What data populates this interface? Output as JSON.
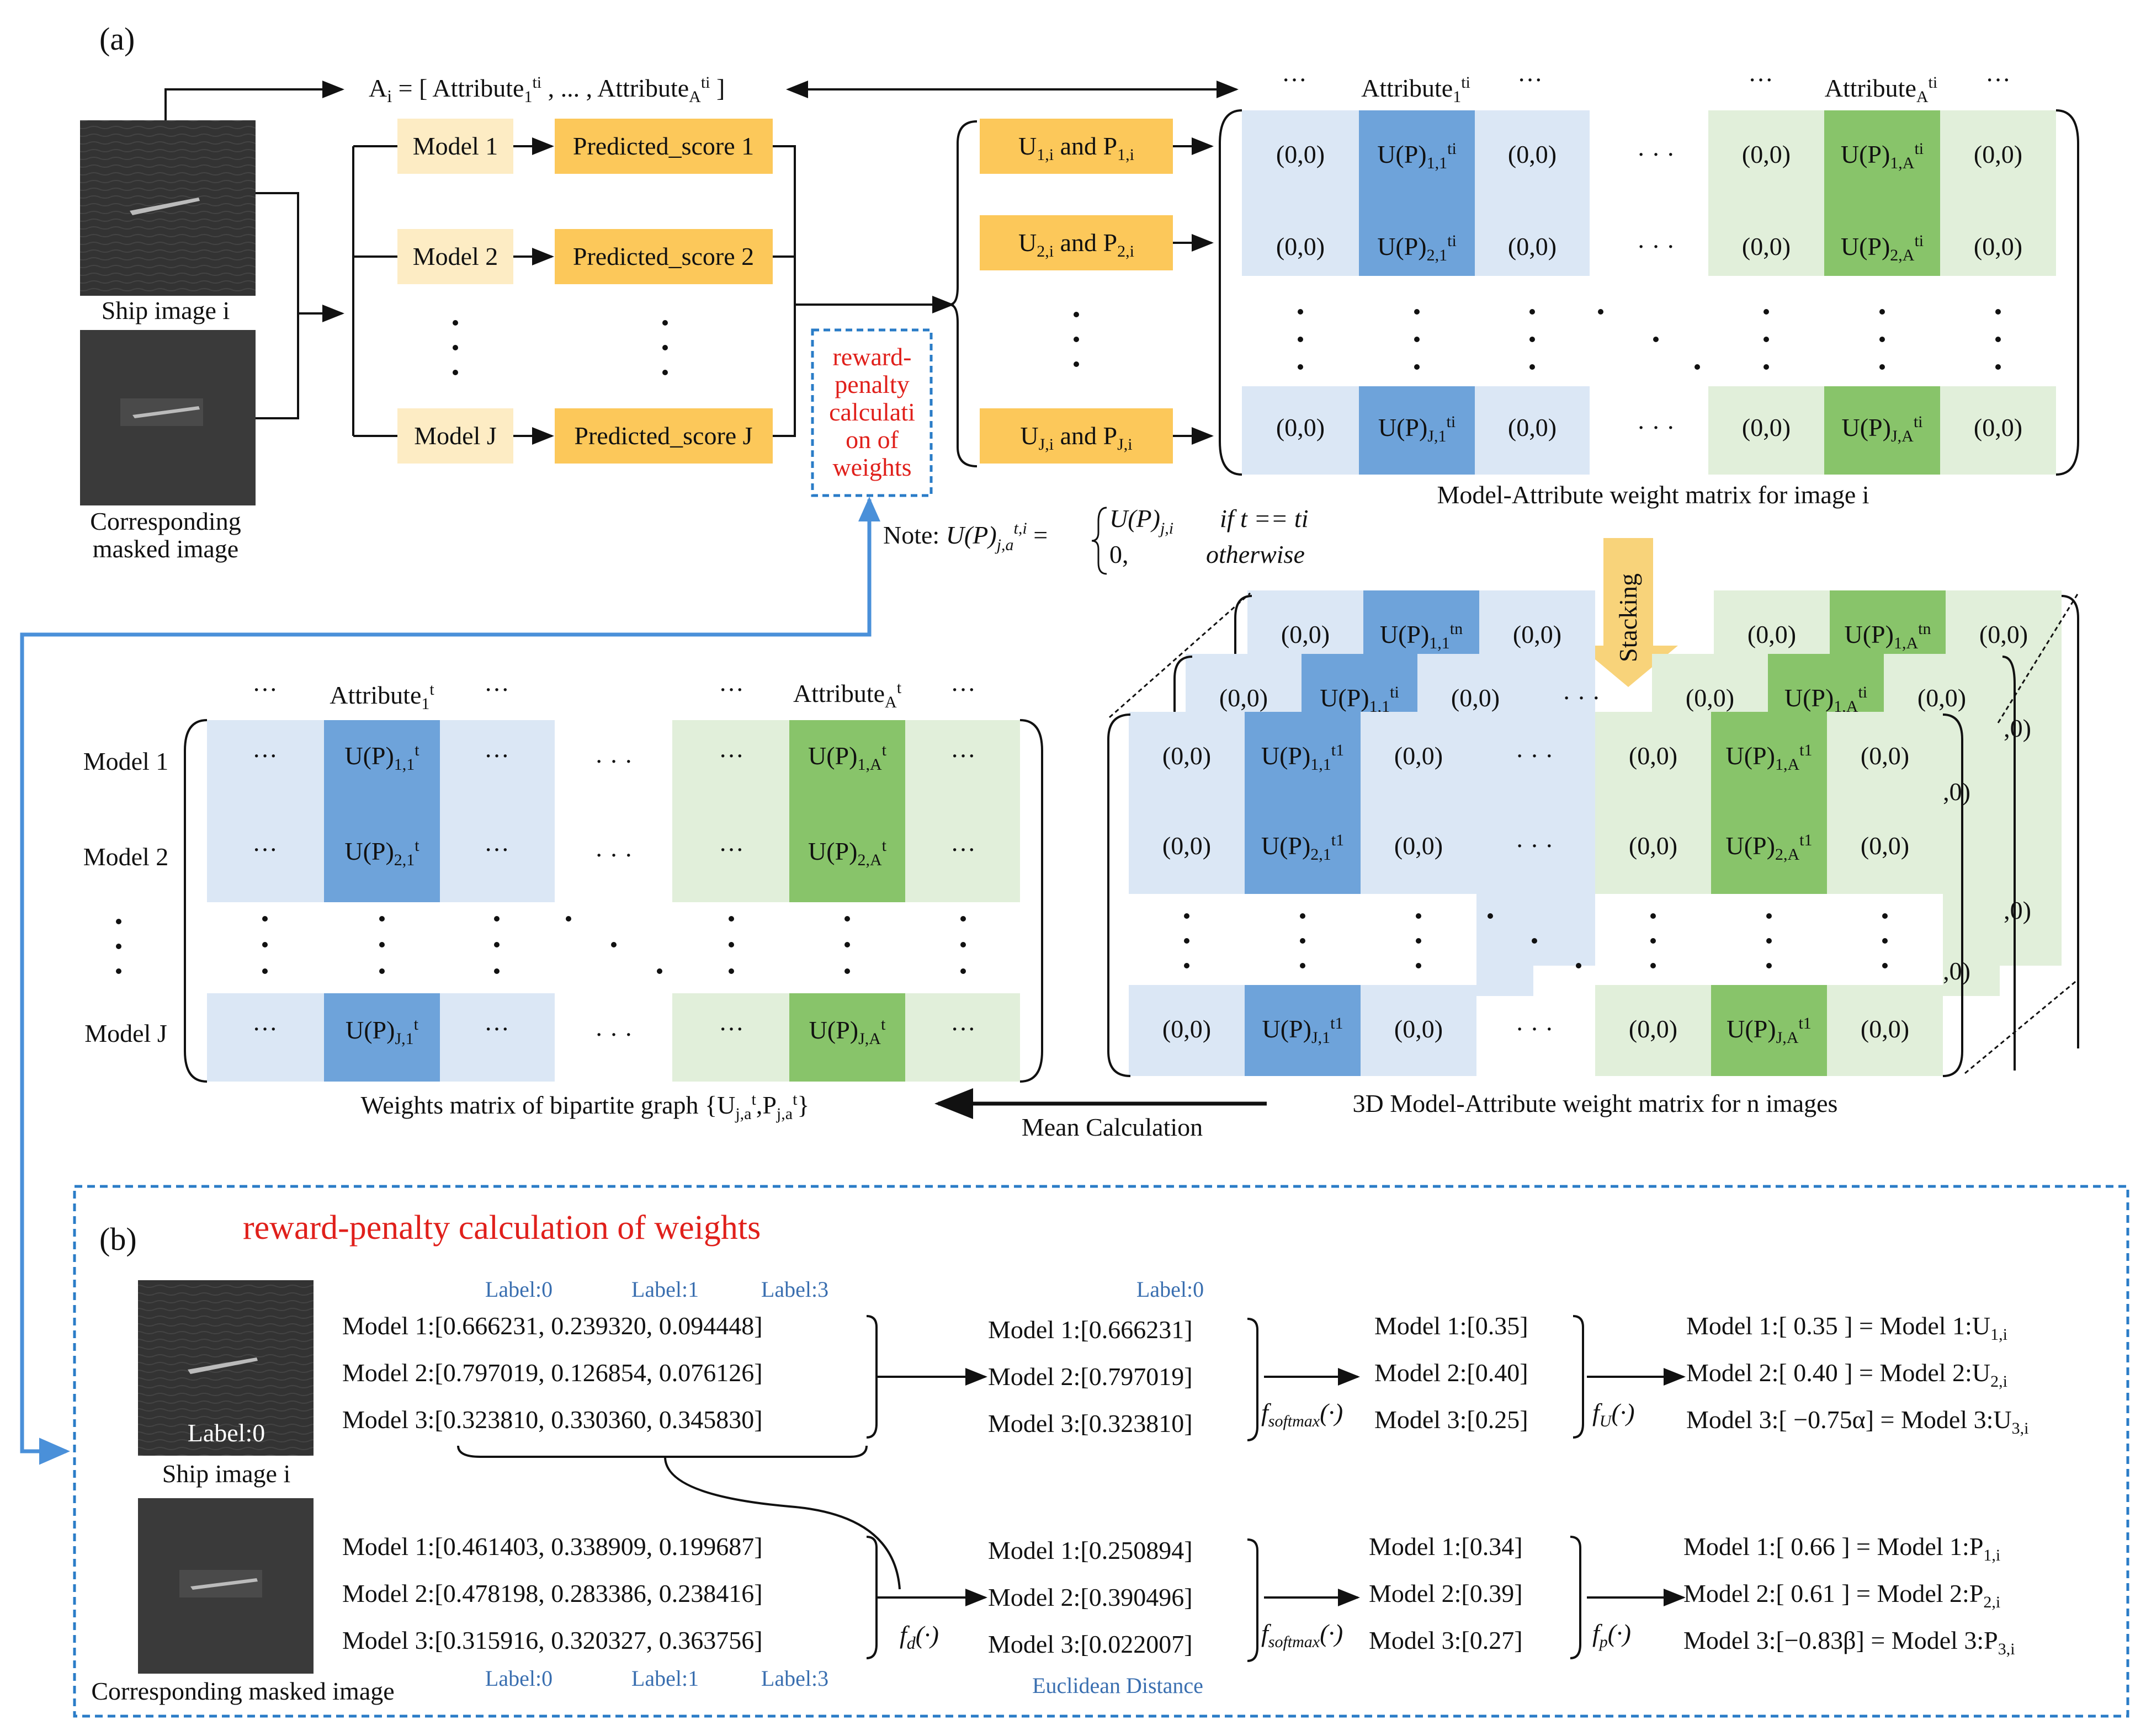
{
  "panel_a": {
    "label": "(a)",
    "attr_vector": "Ai = [ Attribute1ti , ... , AttributeAti ]",
    "ship_caption": "Ship image i",
    "masked_caption_line1": "Corresponding",
    "masked_caption_line2": "masked image",
    "models": [
      "Model 1",
      "Model 2",
      "Model J"
    ],
    "scores": [
      "Predicted_score 1",
      "Predicted_score 2",
      "Predicted_score J"
    ],
    "uplabels": [
      {
        "u": "U",
        "us": "1,i",
        "and": " and ",
        "p": "P",
        "ps": "1,i"
      },
      {
        "u": "U",
        "us": "2,i",
        "and": " and ",
        "p": "P",
        "ps": "2,i"
      },
      {
        "u": "U",
        "us": "J,i",
        "and": " and ",
        "p": "P",
        "ps": "J,i"
      }
    ],
    "reward_box": [
      "reward-",
      "penalty",
      "calculati",
      "on of",
      "weights"
    ],
    "note": {
      "prefix": "Note: ",
      "lhs": "U(P)",
      "lhs_sub": "j,a",
      "lhs_sup": "t,i",
      "eq": " = ",
      "case1_val": "U(P)",
      "case1_sub": "j,i",
      "case1_cond": "if  t == ti",
      "case2_val": "0,",
      "case2_cond": "otherwise"
    },
    "top_matrix": {
      "header_dots": "···",
      "attr1_header": {
        "base": "Attribute",
        "sub": "1",
        "sup": "ti"
      },
      "attrA_header": {
        "base": "Attribute",
        "sub": "A",
        "sup": "ti"
      },
      "zero": "(0,0)",
      "h_ellipsis": "· · ·",
      "cells_1": [
        {
          "base": "U(P)",
          "sub": "1,1",
          "sup": "ti"
        },
        {
          "base": "U(P)",
          "sub": "2,1",
          "sup": "ti"
        },
        {
          "base": "U(P)",
          "sub": "J,1",
          "sup": "ti"
        }
      ],
      "cells_A": [
        {
          "base": "U(P)",
          "sub": "1,A",
          "sup": "ti"
        },
        {
          "base": "U(P)",
          "sub": "2,A",
          "sup": "ti"
        },
        {
          "base": "U(P)",
          "sub": "J,A",
          "sup": "ti"
        }
      ],
      "caption": "Model-Attribute weight matrix for image i"
    },
    "stacking": "Stacking",
    "cube": {
      "back1": {
        "base": "U(P)",
        "sub": "1,1",
        "sup": "tn"
      },
      "backA": {
        "base": "U(P)",
        "sub": "1,A",
        "sup": "tn"
      },
      "mid1": {
        "base": "U(P)",
        "sub": "1,1",
        "sup": "ti"
      },
      "midA": {
        "base": "U(P)",
        "sub": "1,A",
        "sup": "ti"
      },
      "front_1": [
        {
          "base": "U(P)",
          "sub": "1,1",
          "sup": "t1"
        },
        {
          "base": "U(P)",
          "sub": "2,1",
          "sup": "t1"
        },
        {
          "base": "U(P)",
          "sub": "J,1",
          "sup": "t1"
        }
      ],
      "front_A": [
        {
          "base": "U(P)",
          "sub": "1,A",
          "sup": "t1"
        },
        {
          "base": "U(P)",
          "sub": "2,A",
          "sup": "t1"
        },
        {
          "base": "U(P)",
          "sub": "J,A",
          "sup": "t1"
        }
      ],
      "caption": "3D Model-Attribute weight matrix for n images",
      "side_fragments": [
        ",0)",
        ",0)",
        ",0)",
        ",0)"
      ]
    },
    "mean_calc": "Mean Calculation",
    "bip": {
      "attr1_header": {
        "base": "Attribute",
        "sub": "1",
        "sup": "t"
      },
      "attrA_header": {
        "base": "Attribute",
        "sub": "A",
        "sup": "t"
      },
      "row_labels": [
        "Model 1",
        "Model 2",
        "Model J"
      ],
      "cells_1": [
        {
          "base": "U(P)",
          "sub": "1,1",
          "sup": "t"
        },
        {
          "base": "U(P)",
          "sub": "2,1",
          "sup": "t"
        },
        {
          "base": "U(P)",
          "sub": "J,1",
          "sup": "t"
        }
      ],
      "cells_A": [
        {
          "base": "U(P)",
          "sub": "1,A",
          "sup": "t"
        },
        {
          "base": "U(P)",
          "sub": "2,A",
          "sup": "t"
        },
        {
          "base": "U(P)",
          "sub": "J,A",
          "sup": "t"
        }
      ],
      "caption": "Weights matrix of bipartite graph {Uj,at,Pj,at}"
    }
  },
  "panel_b": {
    "label": "(b)",
    "title": "reward-penalty calculation of weights",
    "ship_caption": "Ship image i",
    "image_label": "Label:0",
    "masked_caption": "Corresponding masked image",
    "labels_top": [
      "Label:0",
      "Label:1",
      "Label:3"
    ],
    "labels_bottom": [
      "Label:0",
      "Label:1",
      "Label:3"
    ],
    "orig_scores": [
      "Model 1:[0.666231, 0.239320, 0.094448]",
      "Model 2:[0.797019, 0.126854, 0.076126]",
      "Model 3:[0.323810, 0.330360, 0.345830]"
    ],
    "masked_scores": [
      "Model 1:[0.461403, 0.338909, 0.199687]",
      "Model 2:[0.478198, 0.283386, 0.238416]",
      "Model 3:[0.315916, 0.320327, 0.363756]"
    ],
    "col2_top_label": "Label:0",
    "col2_top": [
      "Model 1:[0.666231]",
      "Model 2:[0.797019]",
      "Model 3:[0.323810]"
    ],
    "col2_bottom": [
      "Model 1:[0.250894]",
      "Model 2:[0.390496]",
      "Model 3:[0.022007]"
    ],
    "euclid": "Euclidean Distance",
    "col3_top": [
      "Model 1:[0.35]",
      "Model 2:[0.40]",
      "Model 3:[0.25]"
    ],
    "col3_bottom": [
      "Model 1:[0.34]",
      "Model 2:[0.39]",
      "Model 3:[0.27]"
    ],
    "fn_f": "f",
    "fn_softmax_sub": "softmax",
    "fn_arg": "(·)",
    "fn_u_sub": "U",
    "fn_p_sub": "p",
    "fn_d_sub": "d",
    "u_rows": [
      {
        "pre": "Model 1:[  0.35   ] = Model 1:U",
        "sub": "1,i"
      },
      {
        "pre": "Model 2:[  0.40   ] = Model 2:U",
        "sub": "2,i"
      },
      {
        "pre": "Model 3:[ −0.75α] = Model 3:U",
        "sub": "3,i"
      }
    ],
    "p_rows": [
      {
        "pre": "Model 1:[  0.66   ] = Model 1:P",
        "sub": "1,i"
      },
      {
        "pre": "Model 2:[  0.61   ] = Model 2:P",
        "sub": "2,i"
      },
      {
        "pre": "Model 3:[−0.83β] = Model 3:P",
        "sub": "3,i"
      }
    ]
  },
  "colors": {
    "light_blue": "#dbe7f5",
    "mid_blue": "#6ea3da",
    "light_green": "#e1efda",
    "mid_green": "#88c46a",
    "model_box": "#fdecc4",
    "score_box": "#fcc85a",
    "dashed_blue": "#2a7cc7",
    "arrow_blue": "#4a90d9",
    "stacking_arrow": "#f8d37a",
    "red": "#e0201b"
  }
}
